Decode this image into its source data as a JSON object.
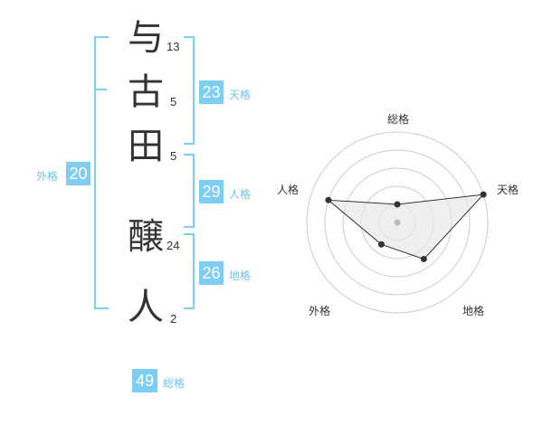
{
  "name": {
    "characters": [
      {
        "char": "与",
        "strokes": "13"
      },
      {
        "char": "古",
        "strokes": "5"
      },
      {
        "char": "田",
        "strokes": "5"
      },
      {
        "char": "醸",
        "strokes": "24"
      },
      {
        "char": "人",
        "strokes": "2"
      }
    ]
  },
  "fortunes": {
    "tenkaku": {
      "value": "23",
      "label": "天格"
    },
    "jinkaku": {
      "value": "29",
      "label": "人格"
    },
    "chikaku": {
      "value": "26",
      "label": "地格"
    },
    "gaikaku": {
      "value": "20",
      "label": "外格"
    },
    "soukaku": {
      "value": "49",
      "label": "総格"
    }
  },
  "radar": {
    "axes": [
      "総格",
      "天格",
      "地格",
      "外格",
      "人格"
    ],
    "levels": [
      1,
      0.8,
      0.6,
      0.4,
      0.2
    ],
    "values": [
      0.2,
      1.0,
      0.5,
      0.3,
      0.8
    ],
    "colors": {
      "grid": "#cccccc",
      "fill": "#e8e8e8",
      "line": "#333333",
      "point": "#333333",
      "center": "#bbbbbb"
    }
  },
  "colors": {
    "accent": "#7ecef4",
    "text": "#333333",
    "label": "#6ec4ec"
  }
}
